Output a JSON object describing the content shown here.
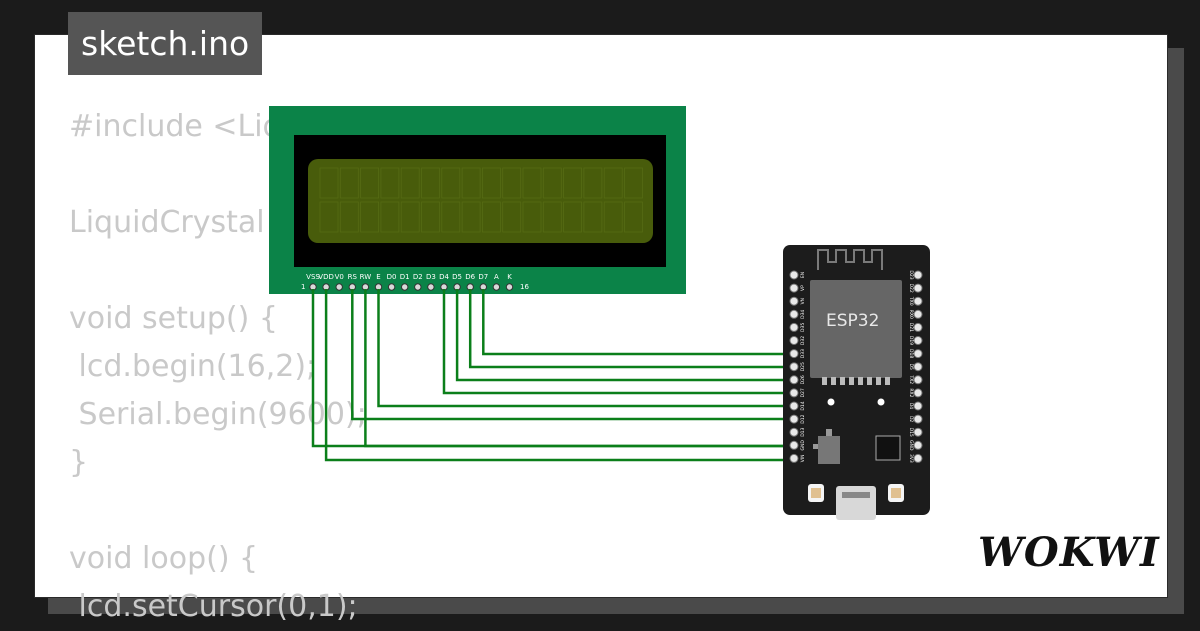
{
  "title": "sketch.ino",
  "code_lines": [
    "#include <Liq",
    "",
    "LiquidCrystal",
    "",
    "void setup() {",
    " lcd.begin(16,2);",
    " Serial.begin(9600);",
    "}",
    "",
    "void loop() {",
    " lcd.setCursor(0,1);"
  ],
  "lcd": {
    "pin_labels": [
      "VSS",
      "VDD",
      "V0",
      "RS",
      "RW",
      "E",
      "D0",
      "D1",
      "D2",
      "D3",
      "D4",
      "D5",
      "D6",
      "D7",
      "A",
      "K"
    ],
    "pin_first": "1",
    "pin_last": "16"
  },
  "esp32": {
    "chip_label": "ESP32",
    "left_pins": [
      "EN",
      "VP",
      "VN",
      "D34",
      "D35",
      "D32",
      "D33",
      "D25",
      "D26",
      "D27",
      "D14",
      "D12",
      "D13",
      "GND",
      "VIN"
    ],
    "right_pins": [
      "D23",
      "D22",
      "TX0",
      "RX0",
      "D21",
      "D19",
      "D18",
      "D5",
      "TX2",
      "RX2",
      "D4",
      "D2",
      "D15",
      "GND",
      "3V3"
    ]
  },
  "brand": "WOKWI",
  "colors": {
    "pcb": "#0b8348",
    "lcd_screen": "#485c0b",
    "wire": "#0b7f1a",
    "board": "#1c1c1c",
    "chip": "#666666"
  }
}
